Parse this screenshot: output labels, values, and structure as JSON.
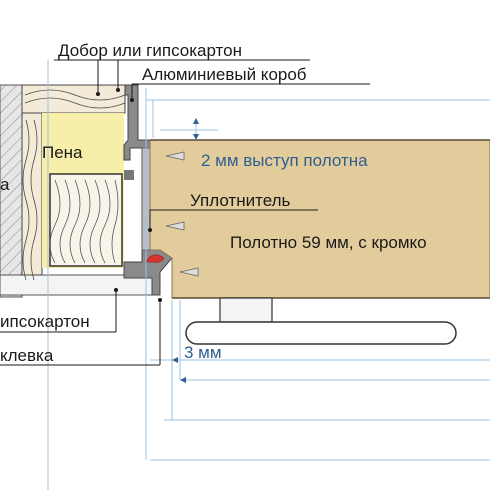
{
  "labels": {
    "jamb_or_drywall": "Добор или гипсокартон",
    "aluminum_box": "Алюминиевый короб",
    "foam": "Пена",
    "left_cut": "а",
    "protrusion": "2 мм выступ полотна",
    "seal": "Уплотнитель",
    "leaf": "Полотно 59 мм, с кромко",
    "drywall_bottom": "ипсокартон",
    "gap": "3 мм",
    "glue": "клевка"
  },
  "colors": {
    "wood": "#f3ead8",
    "wood_grain": "#4a4a4a",
    "foam": "#f7eeaa",
    "leaf": "#e3cc9c",
    "frame": "#7b7b7b",
    "wall": "#dedede",
    "seal": "#d8352f",
    "dimension": "#9dc3e2",
    "text_blue": "#2f5f8f",
    "text_black": "#1a1a1a"
  }
}
